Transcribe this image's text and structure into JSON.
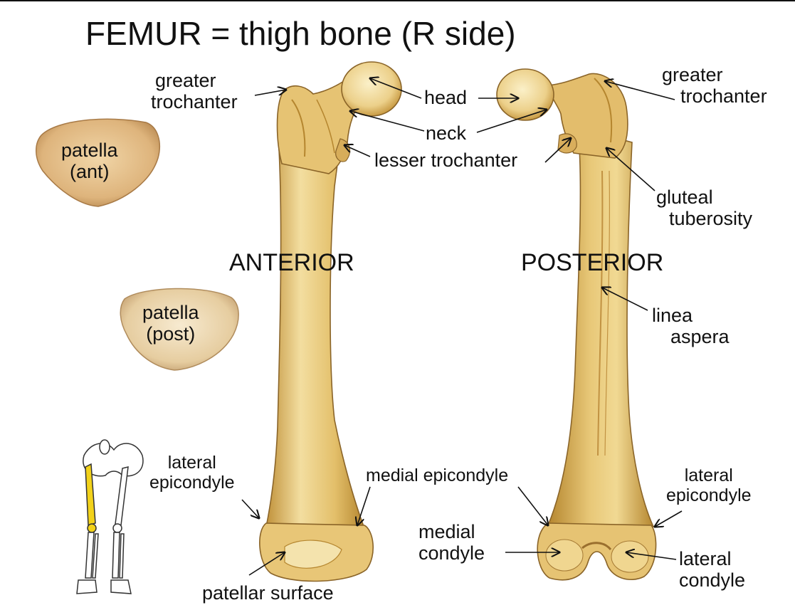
{
  "title": "FEMUR = thigh bone (R side)",
  "colors": {
    "bone_light": "#f3dea0",
    "bone_mid": "#e3bf6a",
    "bone_dark": "#c0913a",
    "bone_outline": "#8a6428",
    "patella": "#e0b883",
    "skeleton_highlight": "#f2d21a"
  },
  "views": {
    "anterior": "ANTERIOR",
    "posterior": "POSTERIOR"
  },
  "labels": {
    "greater_trochanter_ant": [
      "greater",
      "trochanter"
    ],
    "head": "head",
    "neck": "neck",
    "lesser_trochanter": "lesser trochanter",
    "greater_trochanter_post": [
      "greater",
      "trochanter"
    ],
    "gluteal_tuberosity": [
      "gluteal",
      "tuberosity"
    ],
    "linea_aspera": [
      "linea",
      "aspera"
    ],
    "patella_ant": [
      "patella",
      "(ant)"
    ],
    "patella_post": [
      "patella",
      "(post)"
    ],
    "lateral_epicondyle_ant": [
      "lateral",
      "epicondyle"
    ],
    "medial_epicondyle": "medial epicondyle",
    "patellar_surface": "patellar surface",
    "medial_condyle": [
      "medial",
      "condyle"
    ],
    "lateral_epicondyle_post": [
      "lateral",
      "epicondyle"
    ],
    "lateral_condyle": [
      "lateral",
      "condyle"
    ]
  }
}
